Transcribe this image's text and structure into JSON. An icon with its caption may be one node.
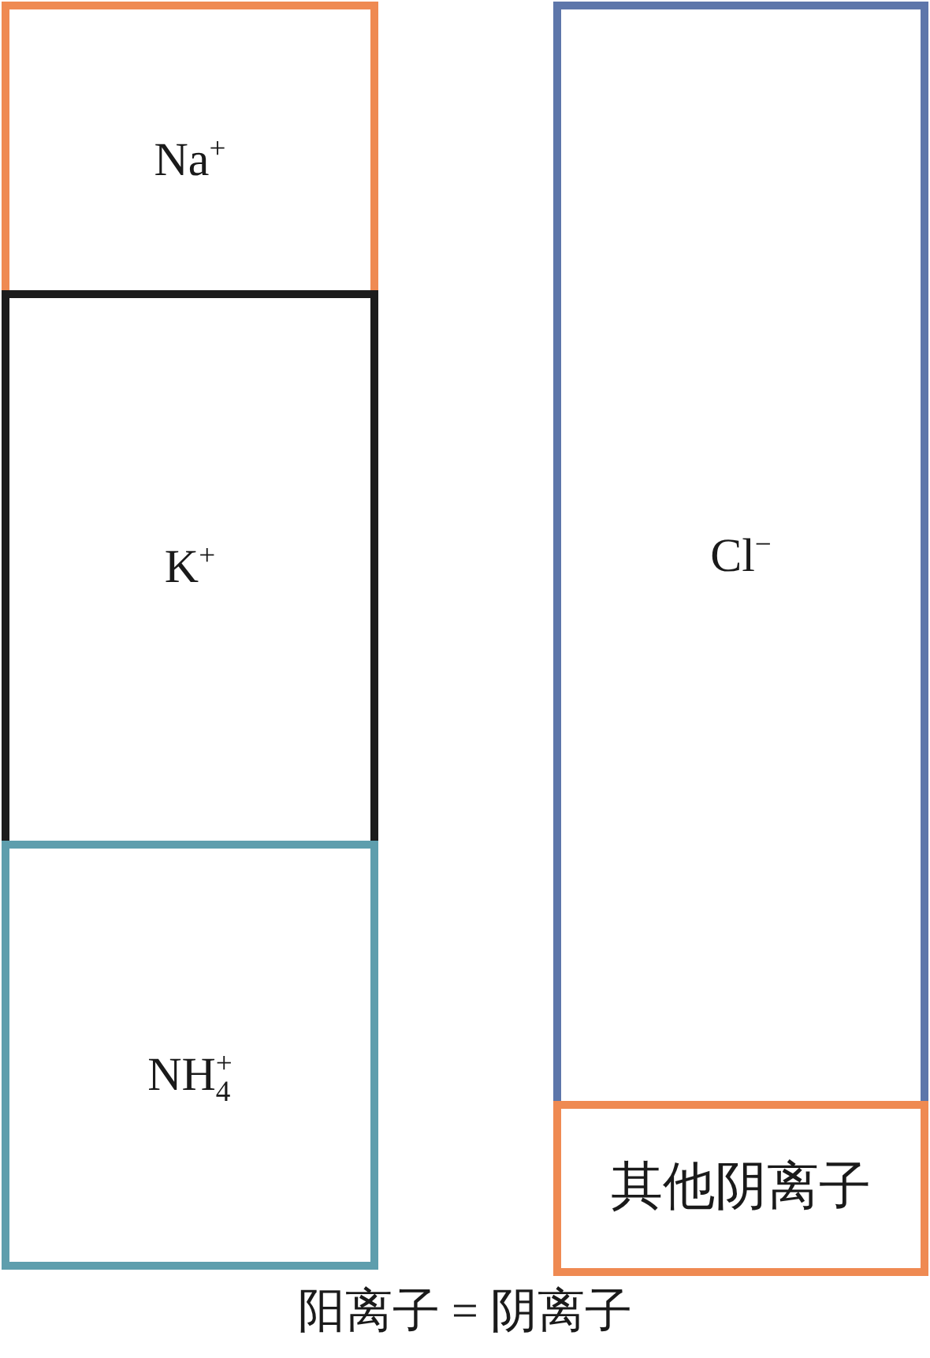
{
  "diagram": {
    "caption": "阳离子 = 阴离子",
    "nodes": [
      {
        "text": [
          "Na$^{+}$"
        ]
      },
      {
        "text": [
          "K$^{+}$"
        ]
      },
      {
        "text": [
          "NH$_{4}$$^{+}$"
        ]
      },
      {
        "text": [
          "Cl$^{−}$"
        ]
      },
      {
        "text": [
          "其他阴离子"
        ]
      }
    ]
  }
}
